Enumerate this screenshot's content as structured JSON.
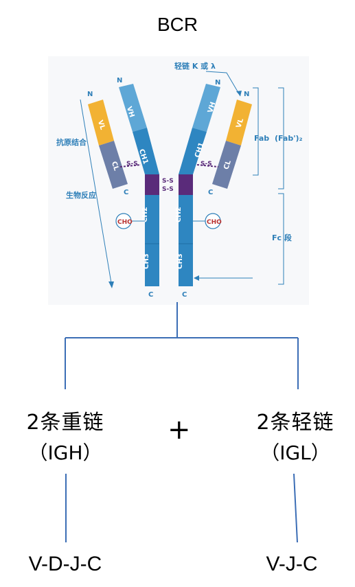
{
  "title": "BCR",
  "antibody": {
    "light_chain_label": "轻链 K 或 λ",
    "n_terminus": "N",
    "c_terminus": "C",
    "vh": "VH",
    "vl": "VL",
    "ch1": "CH1",
    "cl": "CL",
    "ch2": "CH2",
    "ch3": "CH3",
    "disulfide": "S-S",
    "cho": "CHO",
    "antigen_binding": "抗原结合",
    "bio_reaction": "生物反应",
    "fab": "Fab",
    "fab2": "(Fab')₂",
    "fc": "Fc 段"
  },
  "heavy": {
    "count_label": "2条重链",
    "gene_label": "（IGH）",
    "segments": "V-D-J-C"
  },
  "light": {
    "count_label": "2条轻链",
    "gene_label": "（IGL）",
    "segments": "V-J-C"
  },
  "plus_sign": "+",
  "colors": {
    "heavy_variable": "#5ea7d6",
    "heavy_constant": "#2e86c1",
    "light_variable": "#f2b233",
    "light_constant": "#6d7fa8",
    "hinge": "#5a2b7a",
    "connector": "#3b6db5",
    "label_blue": "#2e7fb8"
  }
}
